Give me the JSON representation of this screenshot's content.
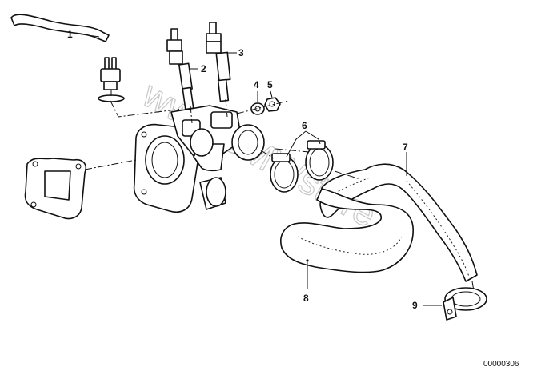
{
  "callouts": [
    "1",
    "2",
    "3",
    "4",
    "5",
    "6",
    "7",
    "8",
    "9"
  ],
  "watermark": "www.BMWstore.pl",
  "diagram_number": "00000306"
}
